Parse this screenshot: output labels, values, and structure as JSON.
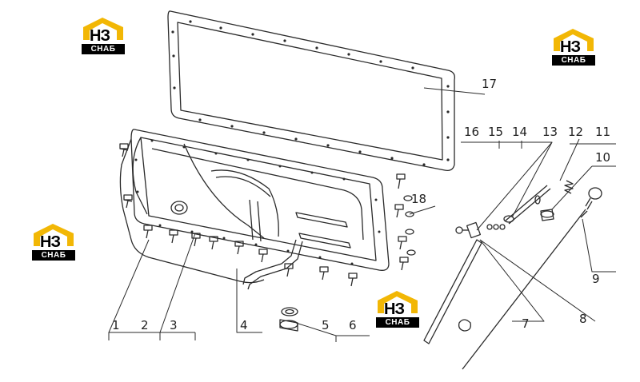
{
  "logo": {
    "mark": "НЗ",
    "sub": "СНАБ",
    "roof_color": "#f2b705",
    "mark_color": "#000000"
  },
  "callouts": {
    "n1": "1",
    "n2": "2",
    "n3": "3",
    "n4": "4",
    "n5": "5",
    "n6": "6",
    "n7": "7",
    "n8": "8",
    "n9": "9",
    "n10": "10",
    "n11": "11",
    "n12": "12",
    "n13": "13",
    "n14": "14",
    "n15": "15",
    "n16": "16",
    "n17": "17",
    "n18": "18"
  },
  "colors": {
    "line": "#2a2a2a",
    "background": "#ffffff"
  }
}
